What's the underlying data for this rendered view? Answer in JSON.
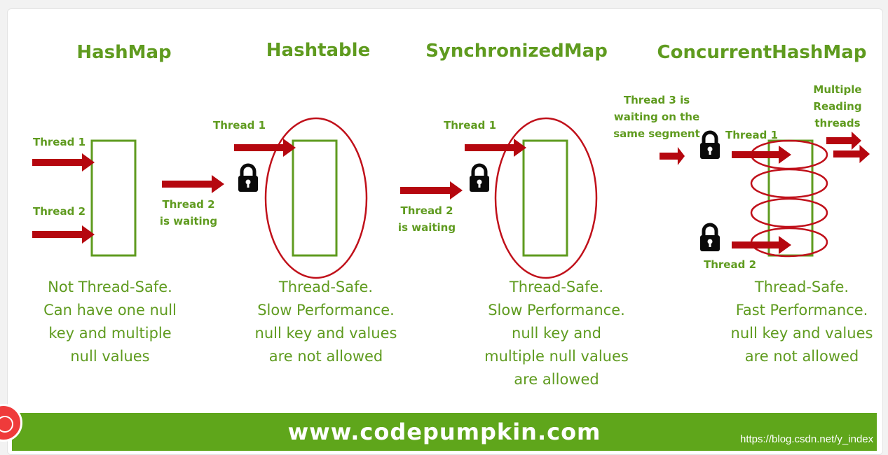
{
  "colors": {
    "green": "#5f9b1f",
    "arrow_red": "#b5070f",
    "ellipse_red": "#c0101a",
    "footer_green": "#5fa61b",
    "lock": "#0a0a0a"
  },
  "icons": [
    "arrow-right-icon",
    "lock-icon"
  ],
  "panels": {
    "hashmap": {
      "title": "HashMap",
      "thread1": "Thread 1",
      "thread2": "Thread 2",
      "description": "Not Thread-Safe.\nCan have one null\nkey and multiple\nnull values"
    },
    "hashtable": {
      "title": "Hashtable",
      "thread1": "Thread 1",
      "thread2_waiting": "Thread 2\nis waiting",
      "description": "Thread-Safe.\nSlow Performance.\nnull key and values\nare not allowed"
    },
    "synchronizedmap": {
      "title": "SynchronizedMap",
      "thread1": "Thread 1",
      "thread2_waiting": "Thread 2\nis waiting",
      "description": "Thread-Safe.\nSlow Performance.\nnull key and\nmultiple null values\nare allowed"
    },
    "concurrenthashmap": {
      "title": "ConcurrentHashMap",
      "thread3_waiting": "Thread 3 is\nwaiting on the\nsame segment",
      "thread1": "Thread 1",
      "thread2": "Thread 2",
      "multiple_reading": "Multiple\nReading\nthreads",
      "description": "Thread-Safe.\nFast Performance.\nnull key and values\nare not allowed"
    }
  },
  "footer": {
    "url": "www.codepumpkin.com",
    "watermark": "https://blog.csdn.net/y_index"
  }
}
